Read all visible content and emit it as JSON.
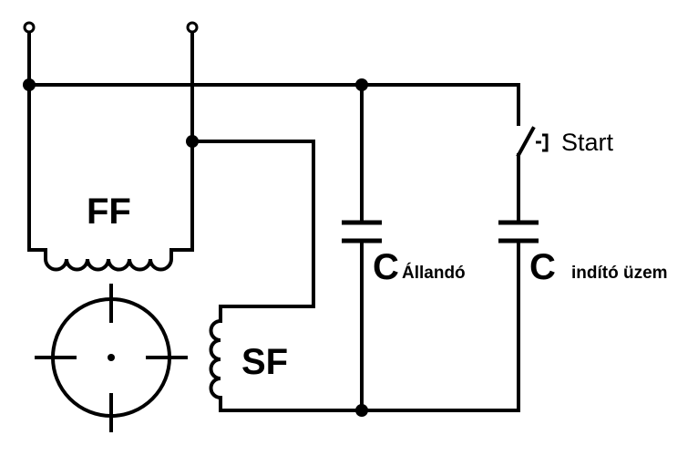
{
  "labels": {
    "main_winding": "FF",
    "aux_winding": "SF",
    "cap_run_symbol": "C",
    "cap_run_sub": "Állandó",
    "cap_start_symbol": "C",
    "cap_start_sub": "indító üzem",
    "switch": "Start"
  }
}
